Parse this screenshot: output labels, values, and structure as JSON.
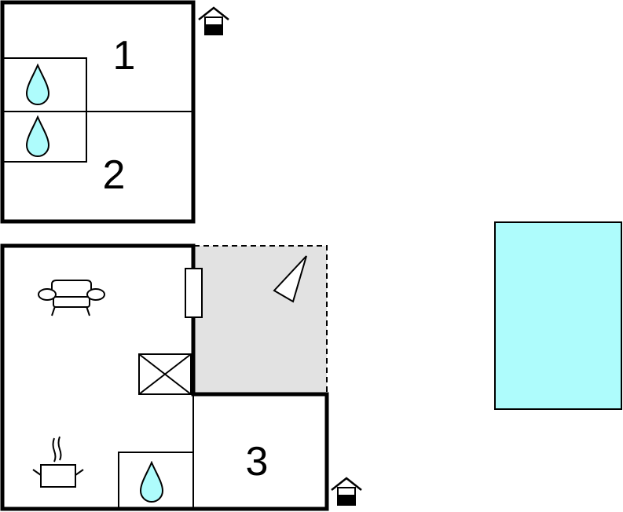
{
  "rooms": [
    {
      "label": "1"
    },
    {
      "label": "2"
    },
    {
      "label": "3"
    }
  ],
  "icons": {
    "entrance": "house-entrance-icon",
    "shower": "water-drop-icon",
    "sofa": "sofa-icon",
    "stove": "cooking-pot-icon",
    "fireplace": "fireplace-icon",
    "terrace": "terrace-icon",
    "wardrobe": "wardrobe-icon"
  },
  "colors": {
    "wall": "#000000",
    "water": "#aefcfc",
    "pool": "#aefcfc",
    "terrace": "#e2e2e2"
  }
}
